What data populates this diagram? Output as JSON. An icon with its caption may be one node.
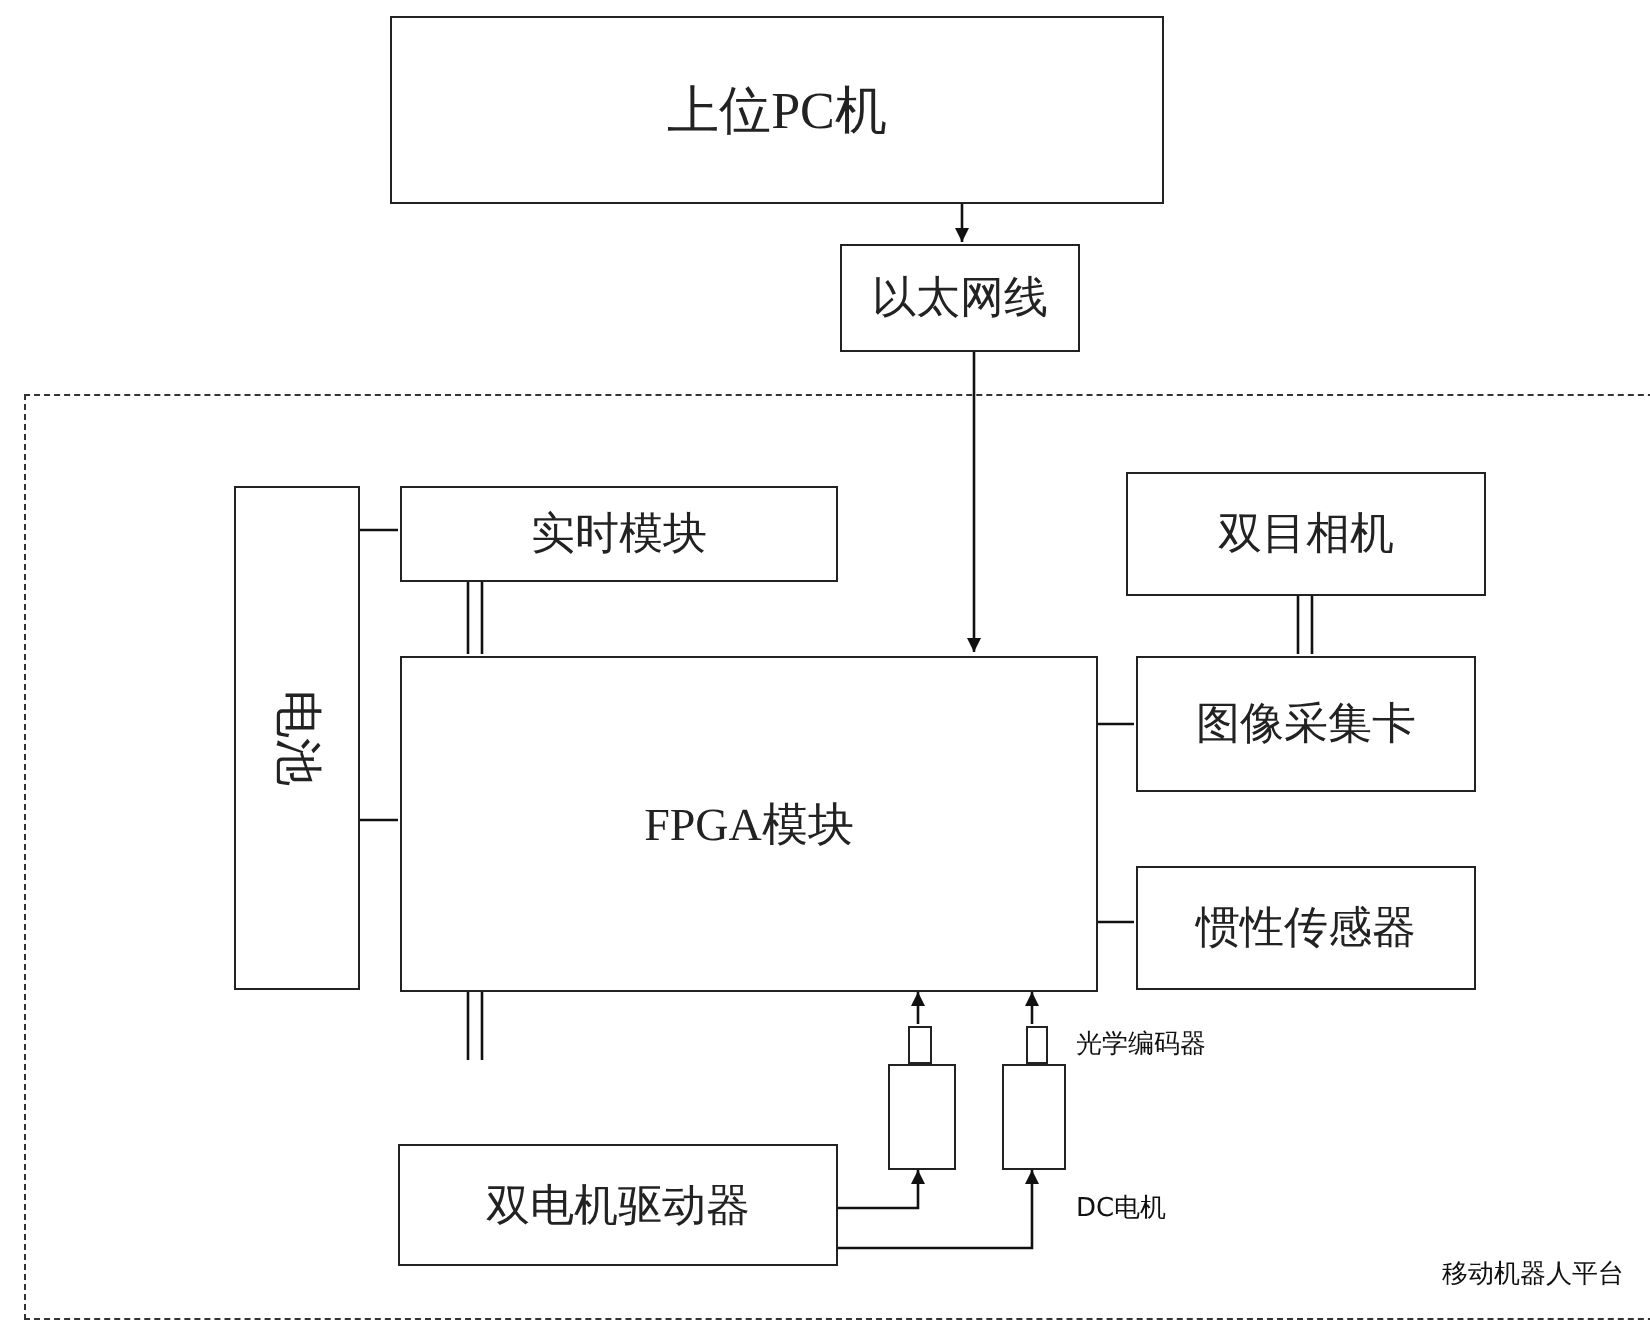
{
  "diagram": {
    "nodes": [
      {
        "text": [
          "上位PC机"
        ]
      },
      {
        "text": [
          "以太网线"
        ]
      },
      {
        "text": [
          "移动机器人平台"
        ]
      },
      {
        "text": [
          "电池"
        ],
        "in": 2
      },
      {
        "text": [
          "实时模块"
        ],
        "in": 2
      },
      {
        "text": [
          "FPGA模块"
        ],
        "in": 2
      },
      {
        "text": [
          "双目相机"
        ],
        "in": 2
      },
      {
        "text": [
          "图像采集卡"
        ],
        "in": 2
      },
      {
        "text": [
          "惯性传感器"
        ],
        "in": 2
      },
      {
        "text": [
          "双电机驱动器"
        ],
        "in": 2
      },
      {
        "text": [],
        "shape": "box",
        "in": 2
      },
      {
        "text": [],
        "shape": "box",
        "in": 2
      },
      {
        "text": [],
        "shape": "box",
        "beside": [
          "光学编码器"
        ],
        "in": 2
      },
      {
        "text": [],
        "shape": "box",
        "beside": [
          "DC电机"
        ],
        "in": 2
      }
    ],
    "edges": [
      {
        "from": 0,
        "to": 1,
        "arrow": "to"
      },
      {
        "from": 1,
        "to": 5,
        "arrow": "to"
      },
      {
        "from": 3,
        "to": 4,
        "arrow": "none"
      },
      {
        "from": 3,
        "to": 5,
        "arrow": "none"
      },
      {
        "from": 4,
        "to": 5,
        "arrow": "none"
      },
      {
        "from": 6,
        "to": 7,
        "arrow": "none"
      },
      {
        "from": 5,
        "to": 7,
        "arrow": "none"
      },
      {
        "from": 5,
        "to": 8,
        "arrow": "none"
      },
      {
        "from": 5,
        "to": null,
        "arrow": "none"
      },
      {
        "from": 9,
        "to": 11,
        "arrow": "to"
      },
      {
        "from": 9,
        "to": 13,
        "arrow": "to"
      },
      {
        "from": 10,
        "to": 5,
        "arrow": "to"
      },
      {
        "from": 12,
        "to": 5,
        "arrow": "to"
      }
    ]
  }
}
